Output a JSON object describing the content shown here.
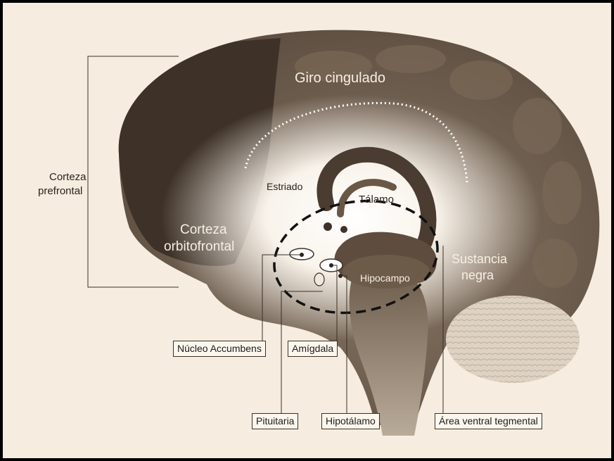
{
  "labels": {
    "giro_cingulado": "Giro cingulado",
    "corteza_prefrontal_line1": "Corteza",
    "corteza_prefrontal_line2": "prefrontal",
    "estriado": "Estriado",
    "talamo": "Tálamo",
    "corteza_orbitofrontal_line1": "Corteza",
    "corteza_orbitofrontal_line2": "orbitofrontal",
    "hipocampo": "Hipocampo",
    "sustancia_negra_line1": "Sustancia",
    "sustancia_negra_line2": "negra",
    "nucleo_accumbens": "Núcleo Accumbens",
    "amigdala": "Amígdala",
    "pituitaria": "Pituitaria",
    "hipotalamo": "Hipotálamo",
    "area_ventral_tegmental": "Área ventral tegmental"
  },
  "colors": {
    "brain_dark": "#4a3c30",
    "brain_mid": "#6e5d4c",
    "brain_light": "#8c7a66",
    "glow": "#ffffff",
    "background": "#f4eadb",
    "frame": "#000000"
  }
}
